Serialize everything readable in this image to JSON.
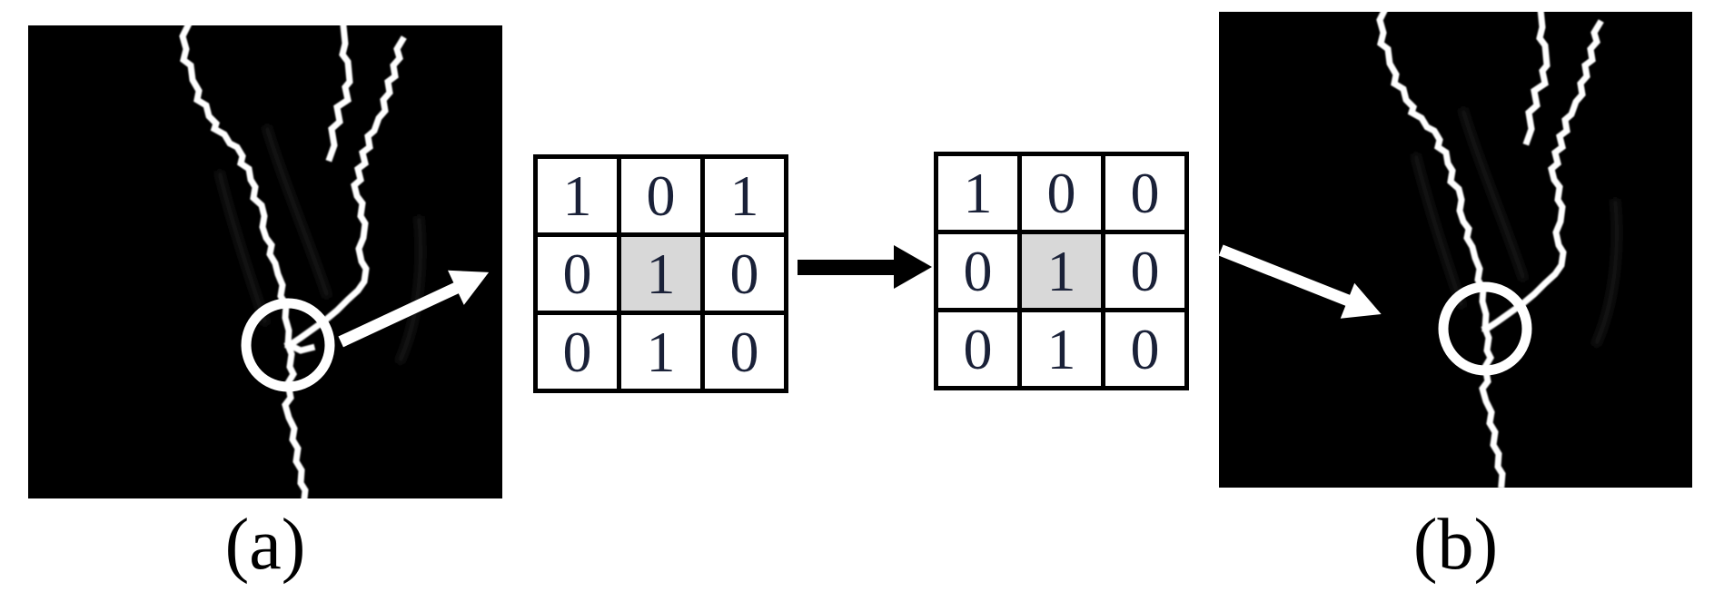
{
  "figure": {
    "label_a": "(a)",
    "label_b": "(b)"
  },
  "grid_before": {
    "cells": [
      "1",
      "0",
      "1",
      "0",
      "1",
      "0",
      "0",
      "1",
      "0"
    ],
    "rows": [
      [
        "1",
        "0",
        "1"
      ],
      [
        "0",
        "1",
        "0"
      ],
      [
        "0",
        "1",
        "0"
      ]
    ],
    "highlighted_cell_index": 4,
    "highlighted_cell_value": "1"
  },
  "grid_after": {
    "cells": [
      "1",
      "0",
      "0",
      "0",
      "1",
      "0",
      "0",
      "1",
      "0"
    ],
    "rows": [
      [
        "1",
        "0",
        "0"
      ],
      [
        "0",
        "1",
        "0"
      ],
      [
        "0",
        "1",
        "0"
      ]
    ],
    "highlighted_cell_index": 4,
    "highlighted_cell_value": "1"
  },
  "colors": {
    "canvas_background": "#ffffff",
    "panel_background": "#000000",
    "skeleton": "#ffffff",
    "digit": "#1a2138",
    "grid_border": "#000000",
    "highlight_cell": "#d8d8d8",
    "arrow_black": "#000000",
    "annotation_white": "#ffffff"
  }
}
